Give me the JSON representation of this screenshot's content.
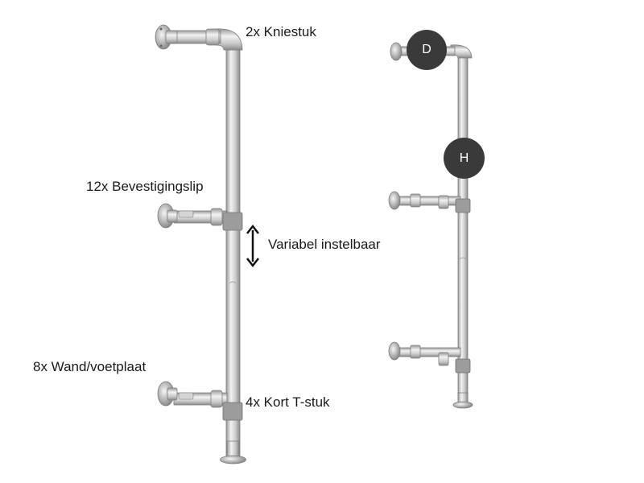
{
  "labels": {
    "elbow": "2x Kniestuk",
    "clip": "12x Bevestigingslip",
    "adjustable": "Variabel instelbaar",
    "wallplate": "8x Wand/voetplaat",
    "tee": "4x Kort T-stuk"
  },
  "badges": {
    "depth": "D",
    "height": "H"
  },
  "colors": {
    "badge_fill": "#3a3a3a",
    "badge_text": "#ffffff",
    "pipe_light": "#dcdcdc",
    "pipe_dark": "#8a8a8a",
    "arrow": "#111111"
  }
}
